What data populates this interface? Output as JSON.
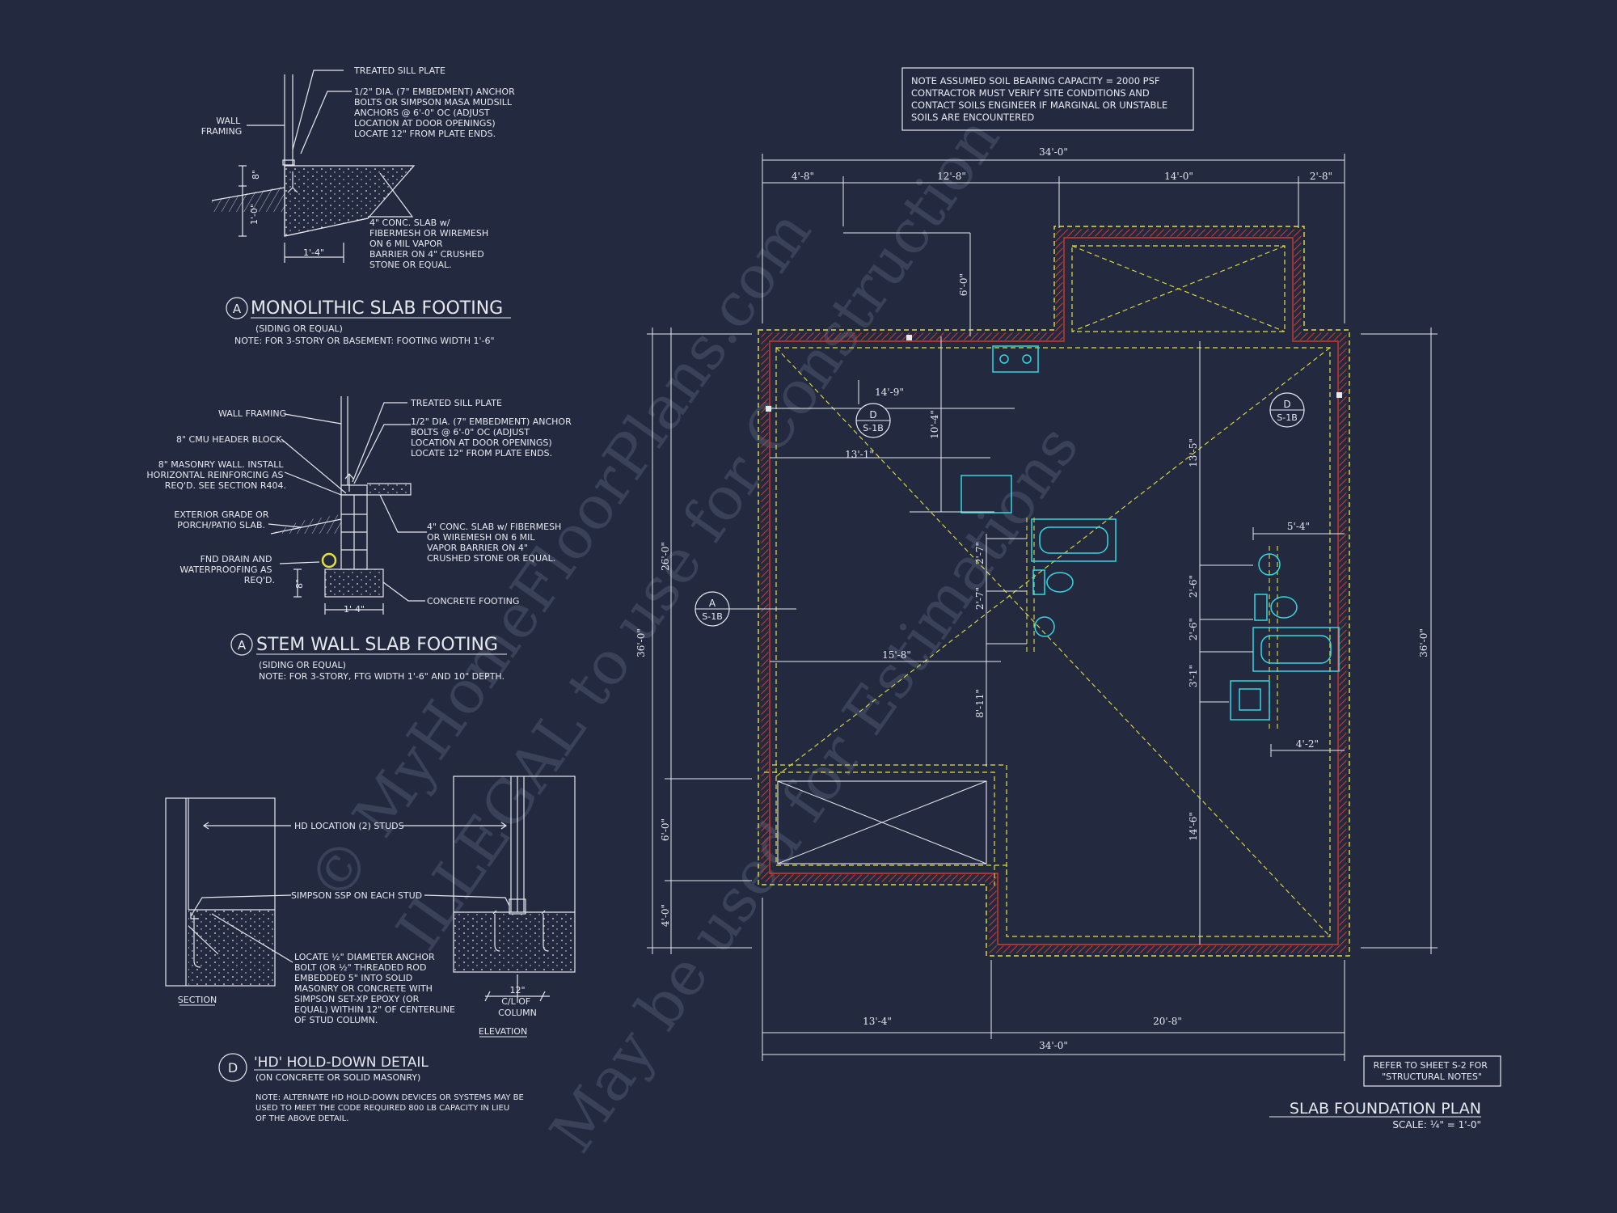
{
  "colors": {
    "background": "#232a40",
    "line": "#e6e8ee",
    "wall_yellow": "#e3df3c",
    "wall_red": "#d23a2e",
    "fixture_cyan": "#35d6e2",
    "watermark": "#56607a"
  },
  "soil_note": [
    "NOTE ASSUMED SOIL BEARING CAPACITY = 2000 PSF",
    "CONTRACTOR MUST VERIFY SITE CONDITIONS AND",
    "CONTACT SOILS ENGINEER IF MARGINAL OR UNSTABLE",
    "SOILS ARE ENCOUNTERED"
  ],
  "detail_mono": {
    "labels": {
      "sill": "TREATED SILL PLATE",
      "anchor": [
        "1/2\" DIA. (7\" EMBEDMENT) ANCHOR",
        "BOLTS OR SIMPSON MASA MUDSILL",
        "ANCHORS @ 6'-0\" OC (ADJUST",
        "LOCATION AT DOOR OPENINGS)",
        "LOCATE 12\" FROM PLATE ENDS."
      ],
      "wall": [
        "WALL",
        "FRAMING"
      ],
      "slab": [
        "4\" CONC. SLAB w/",
        "FIBERMESH OR WIREMESH",
        "ON 6 MIL VAPOR",
        "BARRIER ON 4\" CRUSHED",
        "STONE OR EQUAL."
      ],
      "dim_8": "8\"",
      "dim_10": "1'-0\"",
      "dim_14": "1'-4\""
    },
    "marker": "A",
    "title": "MONOLITHIC SLAB FOOTING",
    "sub": "(SIDING OR EQUAL)",
    "note": "NOTE: FOR 3-STORY OR BASEMENT: FOOTING WIDTH 1'-6\""
  },
  "detail_stem": {
    "labels": {
      "wall": "WALL FRAMING",
      "sill": "TREATED SILL PLATE",
      "cmu": "8\" CMU HEADER BLOCK.",
      "anchor": [
        "1/2\" DIA. (7\" EMBEDMENT) ANCHOR",
        "BOLTS @ 6'-0\" OC (ADJUST",
        "LOCATION AT DOOR OPENINGS)",
        "LOCATE 12\" FROM PLATE ENDS."
      ],
      "masonry": [
        "8\" MASONRY WALL. INSTALL",
        "HORIZONTAL REINFORCING AS",
        "REQ'D.  SEE SECTION R404."
      ],
      "grade": [
        "EXTERIOR GRADE OR",
        "PORCH/PATIO SLAB."
      ],
      "slab": [
        "4\" CONC. SLAB w/ FIBERMESH",
        "OR WIREMESH ON 6 MIL",
        "VAPOR BARRIER ON 4\"",
        "CRUSHED STONE OR EQUAL."
      ],
      "drain": [
        "FND DRAIN AND",
        "WATERPROOFING AS",
        "REQ'D."
      ],
      "footing": "CONCRETE FOOTING",
      "dim_8": "8\"",
      "dim_14": "1'-4\""
    },
    "marker": "A",
    "title": "STEM WALL SLAB FOOTING",
    "sub": "(SIDING OR EQUAL)",
    "note": "NOTE: FOR 3-STORY, FTG WIDTH 1'-6\" AND 10\" DEPTH."
  },
  "detail_hd": {
    "labels": {
      "location": "HD LOCATION (2) STUDS",
      "ssp": "SIMPSON SSP ON EACH STUD",
      "bolt": [
        "LOCATE ½\" DIAMETER ANCHOR",
        "BOLT (OR ½\" THREADED ROD",
        "EMBEDDED 5\" INTO SOLID",
        "MASONRY OR CONCRETE WITH",
        "SIMPSON SET-XP EPOXY (OR",
        "EQUAL) WITHIN 12\" OF CENTERLINE",
        "OF STUD COLUMN."
      ],
      "section": "SECTION",
      "elevation": "ELEVATION",
      "dim_12": "12\"",
      "cl": [
        "C/L OF",
        "COLUMN"
      ]
    },
    "marker": "D",
    "title": "'HD' HOLD-DOWN DETAIL",
    "sub": "(ON CONCRETE OR SOLID MASONRY)",
    "note": [
      "NOTE: ALTERNATE HD HOLD-DOWN DEVICES OR SYSTEMS MAY BE",
      "USED TO MEET THE CODE REQUIRED 800 LB CAPACITY IN LIEU",
      "OF THE ABOVE DETAIL."
    ]
  },
  "plan": {
    "dims": {
      "top_overall": "34'-0\"",
      "top_segments": [
        "4'-8\"",
        "12'-8\"",
        "14'-0\"",
        "2'-8\""
      ],
      "bottom_segments": [
        "13'-4\"",
        "20'-8\""
      ],
      "bottom_overall": "34'-0\"",
      "left_outer": "36'-0\"",
      "left_26": "26'-0\"",
      "left_6": "6'-0\"",
      "left_4": "4'-0\"",
      "right_outer": "36'-0\"",
      "porch_6": "6'-0\"",
      "d_14_9": "14'-9\"",
      "d_13_1": "13'-1\"",
      "d_10_4": "10'-4\"",
      "d_13_5": "13'-5\"",
      "d_15_8": "15'-8\"",
      "d_2_7a": "2'-7\"",
      "d_2_7b": "2'-7\"",
      "d_8_11": "8'-11\"",
      "d_5_4": "5'-4\"",
      "d_2_6a": "2'-6\"",
      "d_2_6b": "2'-6\"",
      "d_3_1": "3'-1\"",
      "d_4_2": "4'-2\"",
      "d_14_6": "14'-6\""
    },
    "tags": [
      {
        "letter": "D",
        "sheet": "S-1B"
      },
      {
        "letter": "D",
        "sheet": "S-1B"
      },
      {
        "letter": "A",
        "sheet": "S-1B"
      }
    ],
    "title": "SLAB FOUNDATION PLAN",
    "scale": "SCALE: ¼\" = 1'-0\"",
    "refer": [
      "REFER TO SHEET S-2 FOR",
      "\"STRUCTURAL NOTES\""
    ]
  }
}
